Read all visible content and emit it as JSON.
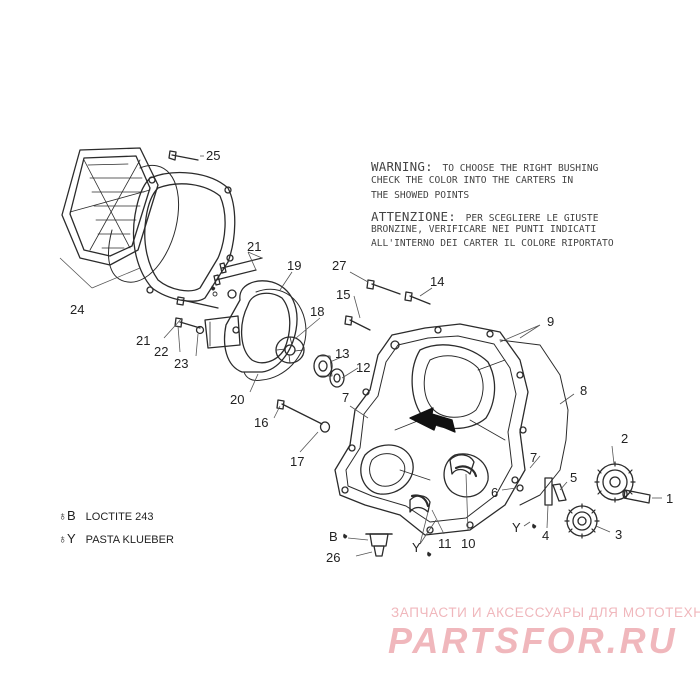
{
  "warning": {
    "en_heading": "WARNING:",
    "en_line1": "TO CHOOSE THE RIGHT BUSHING",
    "en_line2": "CHECK THE COLOR INTO THE CARTERS IN",
    "en_line3": "THE SHOWED POINTS",
    "it_heading": "ATTENZIONE:",
    "it_line1": "PER SCEGLIERE LE GIUSTE",
    "it_line2": "BRONZINE, VERIFICARE NEI PUNTI INDICATI",
    "it_line3": "ALL'INTERNO DEI CARTER IL COLORE RIPORTATO"
  },
  "legend": [
    {
      "symbol": "♁",
      "code": "B",
      "text": "LOCTITE 243"
    },
    {
      "symbol": "♁",
      "code": "Y",
      "text": "PASTA KLUEBER"
    }
  ],
  "callouts": [
    "25",
    "21",
    "19",
    "27",
    "14",
    "15",
    "18",
    "13",
    "12",
    "9",
    "8",
    "24",
    "21",
    "22",
    "23",
    "20",
    "7",
    "16",
    "17",
    "2",
    "7",
    "5",
    "6",
    "1",
    "4",
    "Y",
    "3",
    "B",
    "26",
    "Y",
    "11",
    "10"
  ],
  "watermark": {
    "caption": "ЗАПЧАСТИ И АКСЕССУАРЫ ДЛЯ МОТОТЕХНИКИ",
    "brand": "PARTSFOR.RU"
  }
}
